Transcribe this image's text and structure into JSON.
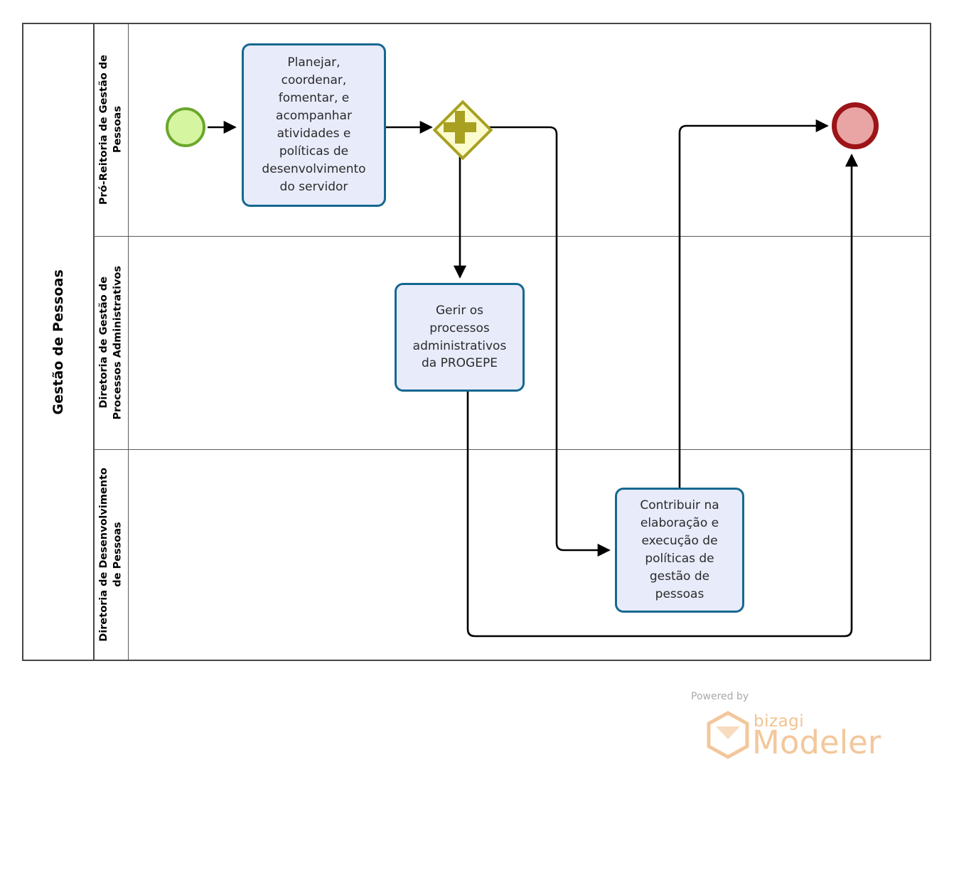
{
  "diagram": {
    "type": "bpmn-process",
    "pool": {
      "title": "Gestão de Pessoas",
      "lanes": [
        {
          "id": "lane-pro-reitoria",
          "label": "Pró-Reitoria de Gestão de\nPessoas"
        },
        {
          "id": "lane-diretoria-processos",
          "label": "Diretoria de Gestão de\nProcessos Administrativos"
        },
        {
          "id": "lane-diretoria-desenvolvimento",
          "label": "Diretoria de Desenvolvimento\nde Pessoas"
        }
      ]
    },
    "nodes": {
      "start_event": {
        "name": "start-event",
        "label": ""
      },
      "task_1": {
        "label": "Planejar,\ncoordenar,\nfomentar, e\nacompanhar\natividades e\npolíticas de\ndesenvolvimento\ndo servidor"
      },
      "gateway_1": {
        "name": "parallel-gateway",
        "symbol": "+"
      },
      "task_2": {
        "label": "Gerir os\nprocessos\nadministrativos\nda PROGEPE"
      },
      "task_3": {
        "label": "Contribuir na\nelaboração e\nexecução de\npolíticas de\ngestão de\npessoas"
      },
      "end_event": {
        "name": "end-event",
        "label": ""
      }
    },
    "colors": {
      "task_fill": "#e8ebfa",
      "task_border": "#15688f",
      "start_fill": "#d6f5a1",
      "start_border": "#6aa72b",
      "end_fill": "#e8a5a3",
      "end_border": "#9c1418",
      "gateway_fill": "#fbfbcf",
      "gateway_border": "#a8a021",
      "pool_border": "#464646",
      "lane_border": "#5a5a5a",
      "flow_line": "#000000"
    }
  },
  "watermark": {
    "powered_by": "Powered by",
    "brand": "bizagi",
    "product": "Modeler",
    "logo_icon": "hexagon-logo-icon"
  }
}
